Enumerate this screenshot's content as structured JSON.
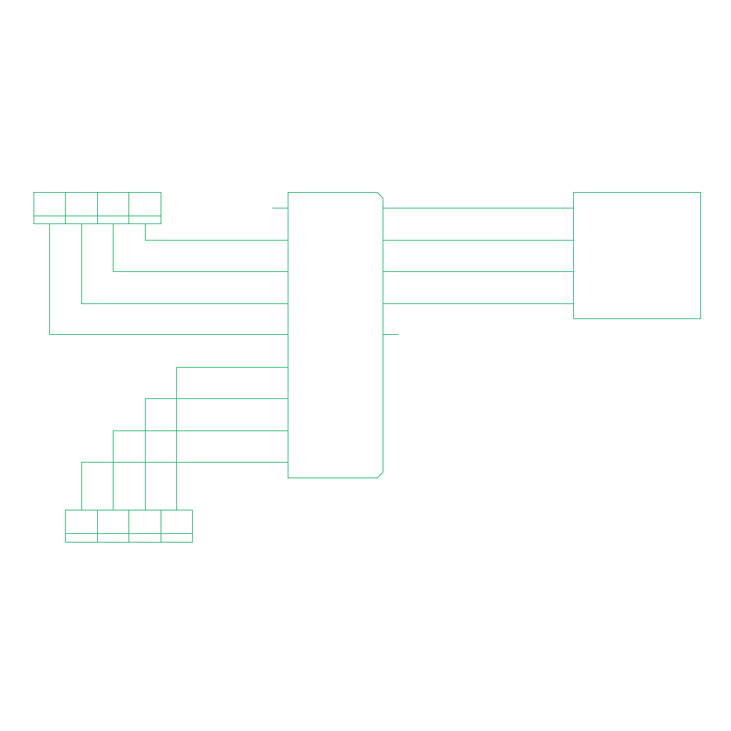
{
  "colors": {
    "stroke": "#1db36a",
    "background": "#ffffff"
  },
  "top_connector": {
    "pin_count": 4
  },
  "bottom_connector": {
    "pin_count": 4
  },
  "main_chip": {
    "left_pins": 9,
    "right_pins": 5
  },
  "target_block": {
    "input_pins": 4
  }
}
